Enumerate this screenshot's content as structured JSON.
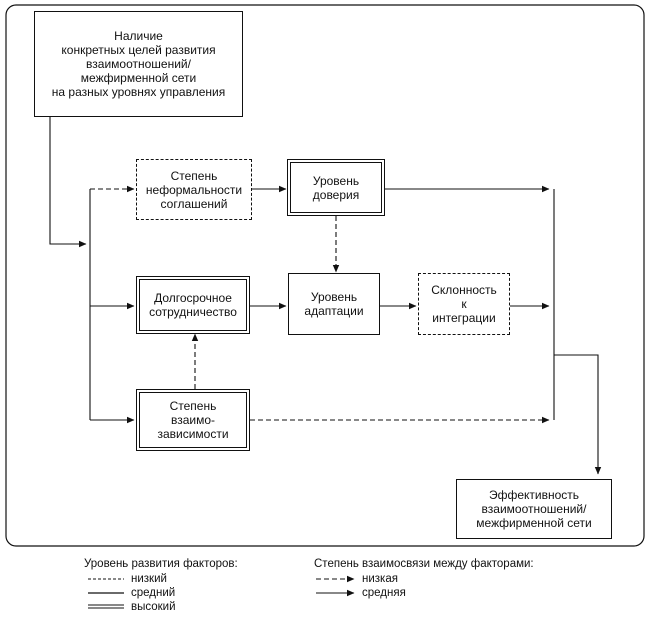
{
  "diagram": {
    "nodes": {
      "goals": "Наличие\nконкретных целей развития\nвзаимоотношений/\nмежфирменной сети\nна разных уровнях управления",
      "informality": "Степень\nнеформальности\nсоглашений",
      "trust": "Уровень\nдоверия",
      "longterm": "Долгосрочное\nсотрудничество",
      "adaptation": "Уровень\nадаптации",
      "integration": "Склонность\nк\nинтеграции",
      "interdependence": "Степень\nвзаимо-\nзависимости",
      "effectiveness": "Эффективность\nвзаимоотношений/\nмежфирменной сети"
    },
    "legend_levels": {
      "title": "Уровень развития факторов:",
      "low": "низкий",
      "medium": "средний",
      "high": "высокий"
    },
    "legend_links": {
      "title": "Степень взаимосвязи между факторами:",
      "low": "низкая",
      "medium": "средняя"
    }
  }
}
